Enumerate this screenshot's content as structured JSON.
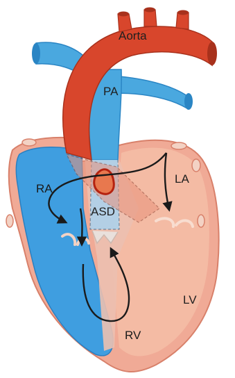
{
  "diagram": {
    "labels": {
      "aorta": "Aorta",
      "pa": "PA",
      "ra": "RA",
      "la": "LA",
      "asd": "ASD",
      "rv": "RV",
      "lv": "LV"
    },
    "colors": {
      "aorta": "#d8462c",
      "aorta_dark": "#a8311c",
      "pa": "#4aa8df",
      "pa_dark": "#2a85c4",
      "wall_outer": "#f0aa96",
      "wall_inner": "#f6c4b1",
      "right_chamber": "#3f9ee0",
      "left_chamber": "#f2b59d",
      "septum": "#ecc0b0",
      "flow_arrow": "#1a1a1a",
      "defect": "#c32e18"
    }
  }
}
